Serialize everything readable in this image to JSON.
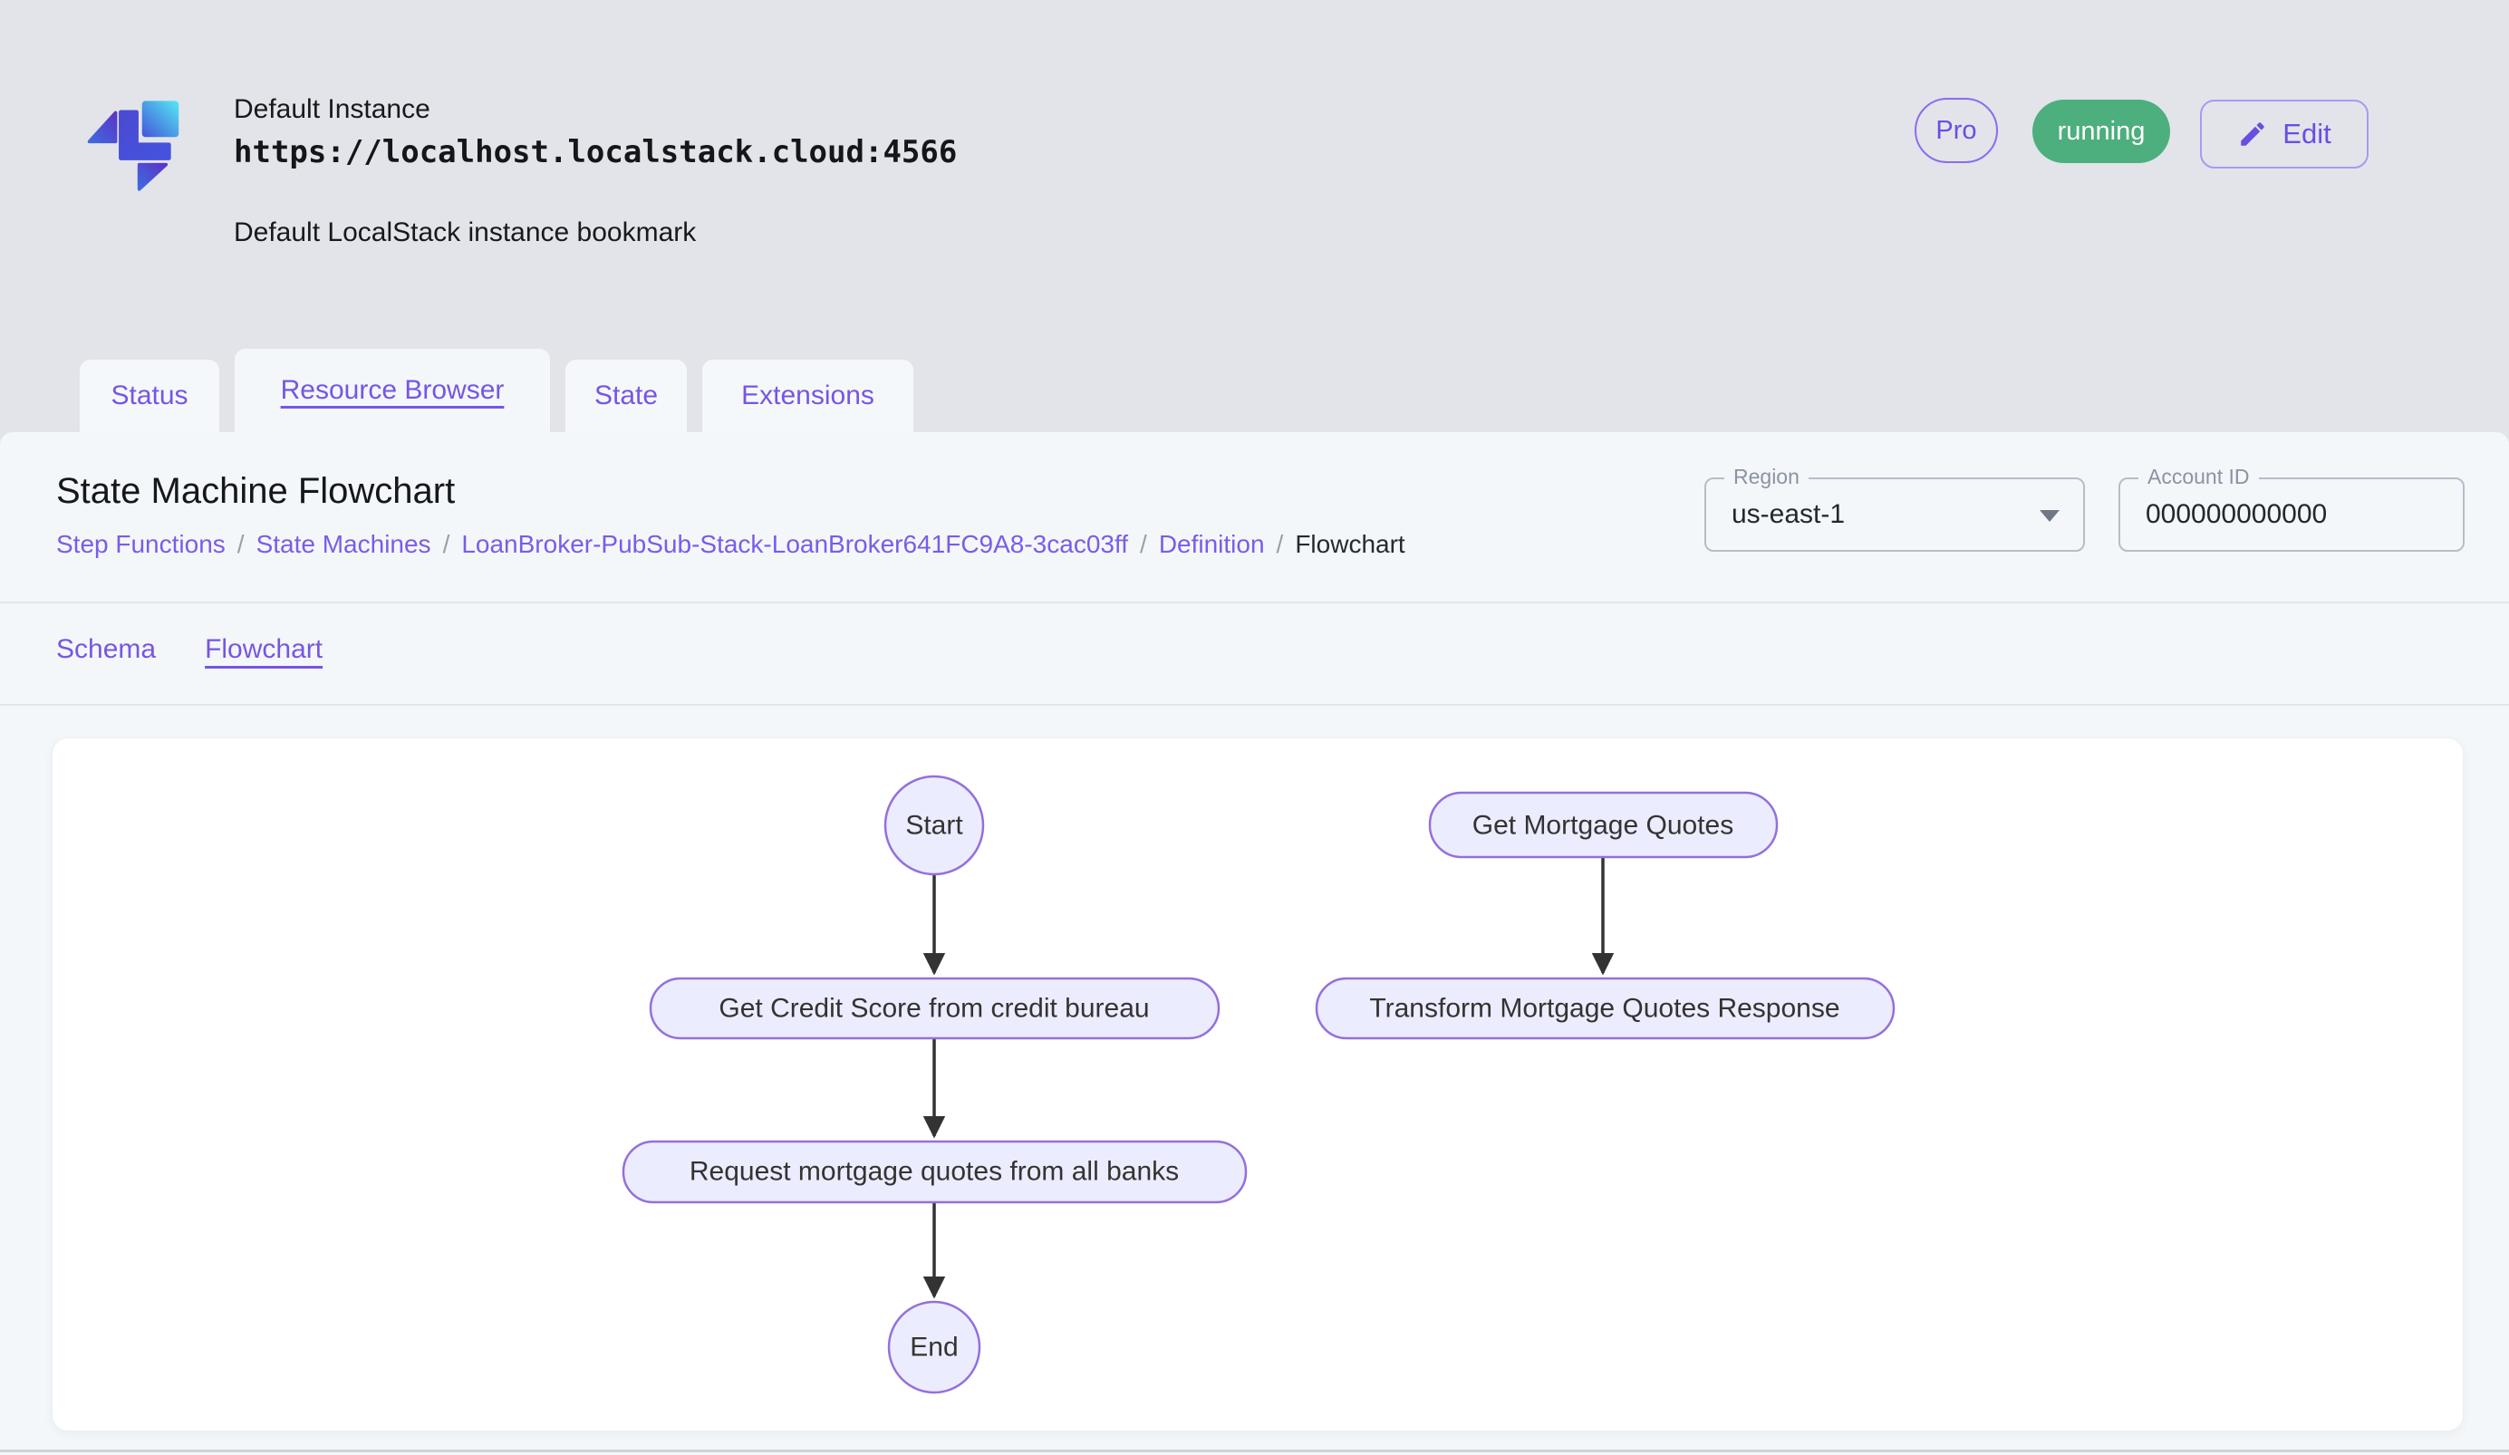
{
  "header": {
    "title": "Default Instance",
    "url": "https://localhost.localstack.cloud:4566",
    "subtitle": "Default LocalStack instance bookmark",
    "pro_badge": "Pro",
    "status_badge": "running",
    "edit_label": "Edit"
  },
  "tabs": {
    "items": [
      {
        "label": "Status",
        "active": false
      },
      {
        "label": "Resource Browser",
        "active": true
      },
      {
        "label": "State",
        "active": false
      },
      {
        "label": "Extensions",
        "active": false
      }
    ]
  },
  "page": {
    "title": "State Machine Flowchart",
    "breadcrumb": {
      "separator": "/",
      "items": [
        "Step Functions",
        "State Machines",
        "LoanBroker-PubSub-Stack-LoanBroker641FC9A8-3cac03ff",
        "Definition",
        "Flowchart"
      ]
    },
    "region": {
      "label": "Region",
      "value": "us-east-1"
    },
    "account": {
      "label": "Account ID",
      "value": "000000000000"
    },
    "subtabs": [
      {
        "label": "Schema",
        "active": false
      },
      {
        "label": "Flowchart",
        "active": true
      }
    ]
  },
  "flowchart": {
    "nodes": {
      "start": "Start",
      "get_credit_score": "Get Credit Score from credit bureau",
      "request_quotes": "Request mortgage quotes from all banks",
      "end": "End",
      "get_mortgage_quotes": "Get Mortgage Quotes",
      "transform_response": "Transform Mortgage Quotes Response"
    },
    "edges": [
      {
        "from": "Start",
        "to": "Get Credit Score from credit bureau"
      },
      {
        "from": "Get Credit Score from credit bureau",
        "to": "Request mortgage quotes from all banks"
      },
      {
        "from": "Request mortgage quotes from all banks",
        "to": "End"
      },
      {
        "from": "Get Mortgage Quotes",
        "to": "Transform Mortgage Quotes Response"
      }
    ]
  },
  "colors": {
    "accent_purple": "#7656e4",
    "running_green": "#4caf7d",
    "node_fill": "#ECECFF",
    "node_border": "#9370DB",
    "edge": "#333333",
    "header_bg": "#e2e4e9",
    "panel_bg": "#f4f7fa"
  }
}
